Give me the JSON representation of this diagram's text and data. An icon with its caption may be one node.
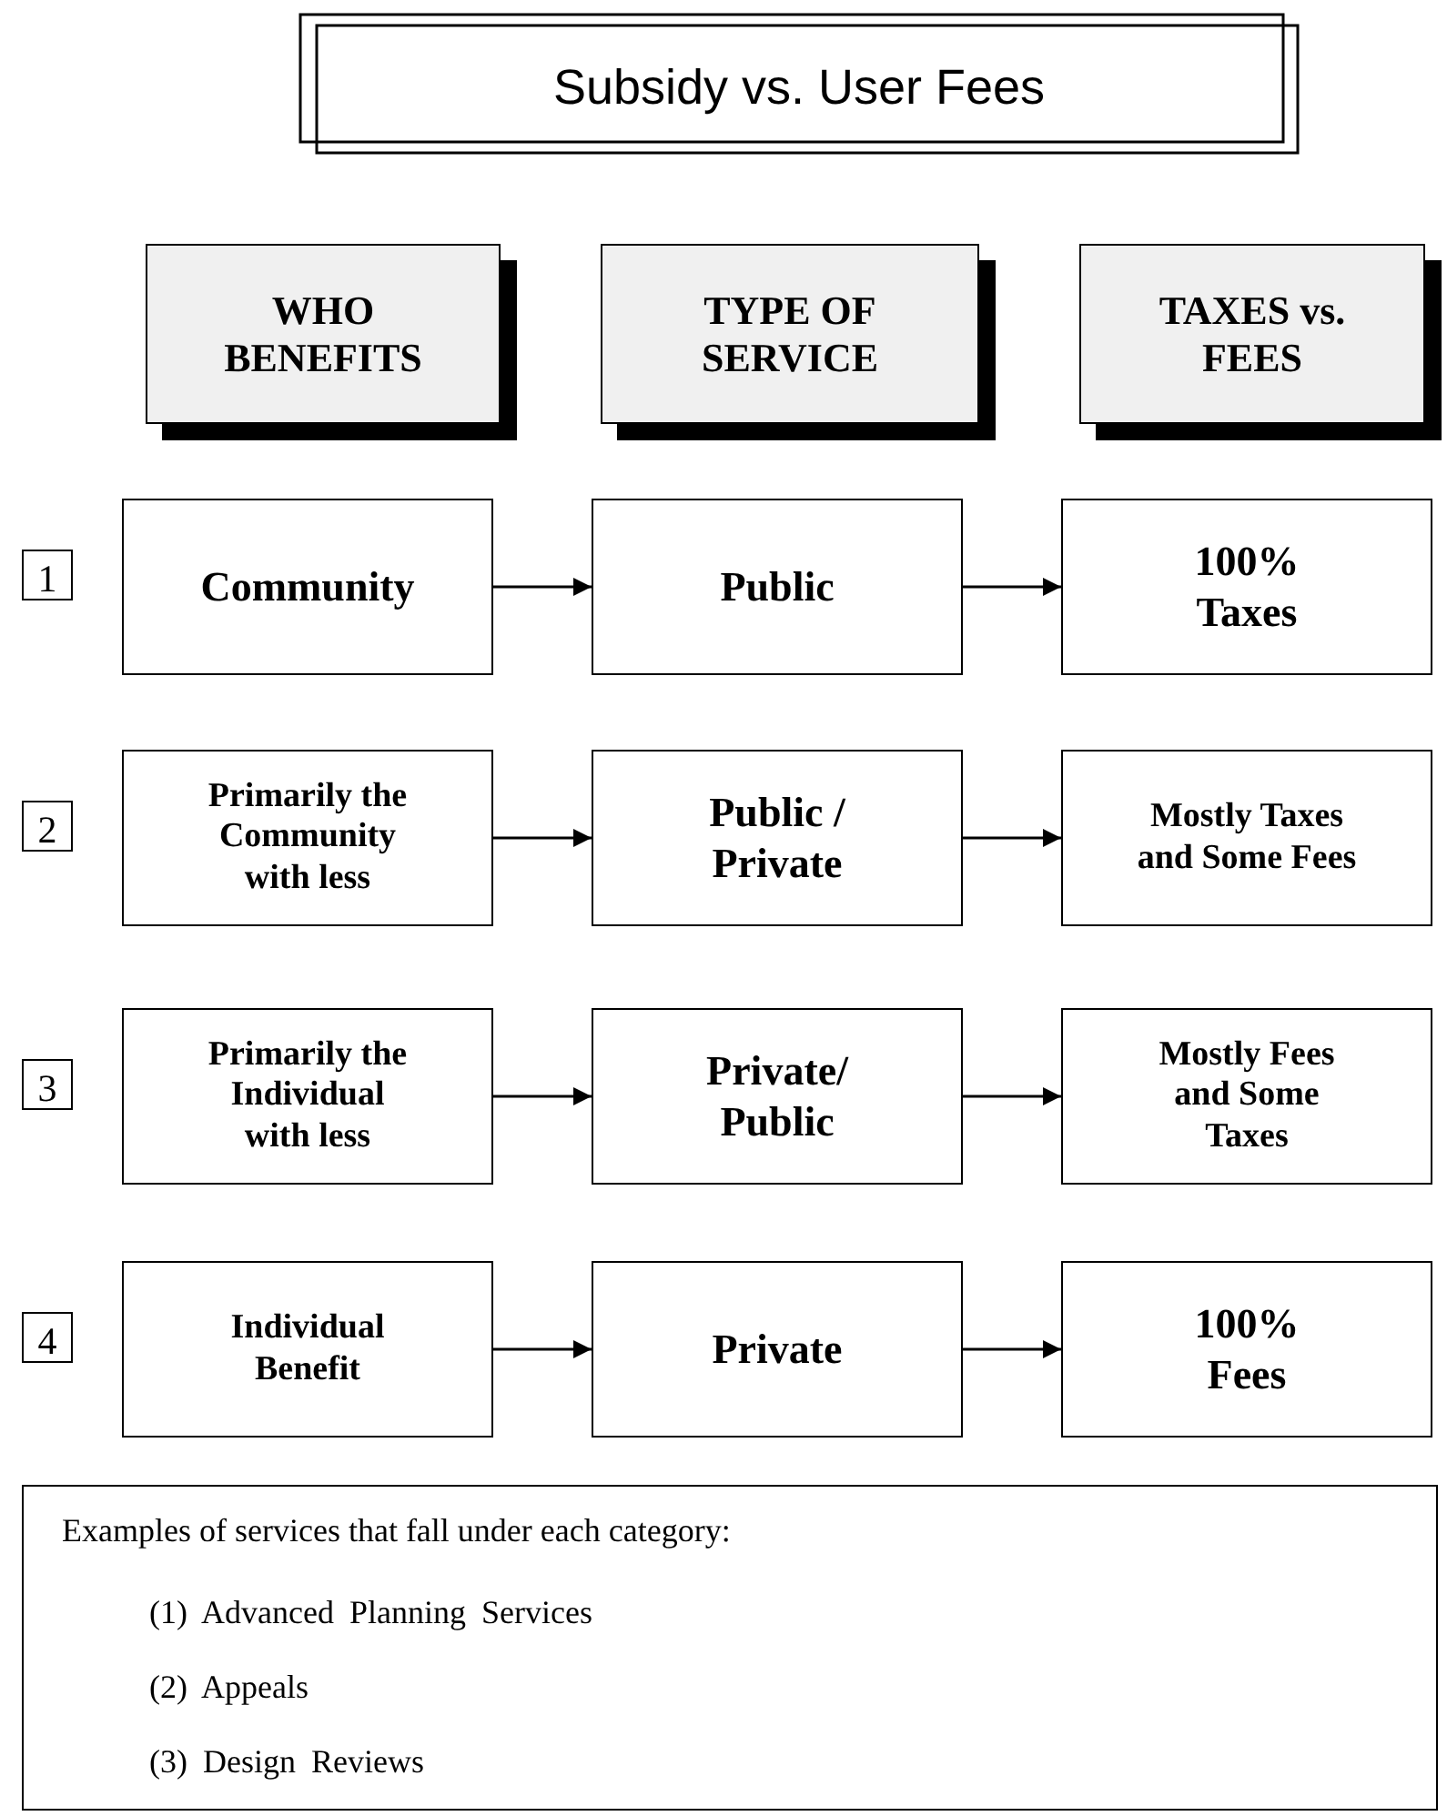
{
  "diagram": {
    "title": "Subsidy vs. User Fees",
    "nodes": [
      {
        "text": [
          "WHO BENEFITS"
        ]
      },
      {
        "text": [
          "TYPE OF SERVICE"
        ]
      },
      {
        "text": [
          "TAXES vs. FEES"
        ]
      },
      {
        "text": [
          "1"
        ]
      },
      {
        "text": [
          "Community"
        ]
      },
      {
        "text": [
          "Public"
        ]
      },
      {
        "text": [
          "100% Taxes"
        ]
      },
      {
        "text": [
          "2"
        ]
      },
      {
        "text": [
          "Primarily the Community with less"
        ]
      },
      {
        "text": [
          "Public / Private"
        ]
      },
      {
        "text": [
          "Mostly Taxes and Some Fees"
        ]
      },
      {
        "text": [
          "3"
        ]
      },
      {
        "text": [
          "Primarily the Individual with less"
        ]
      },
      {
        "text": [
          "Private/ Public"
        ]
      },
      {
        "text": [
          "Mostly Fees and Some Taxes"
        ]
      },
      {
        "text": [
          "4"
        ]
      },
      {
        "text": [
          "Individual Benefit"
        ]
      },
      {
        "text": [
          "Private"
        ]
      },
      {
        "text": [
          "100% Fees"
        ]
      },
      {
        "text": [
          "Examples of services that fall under each category:",
          "(1) Advanced Planning Services",
          "(2) Appeals",
          "(3) Design Reviews"
        ]
      }
    ],
    "edges": [
      {
        "from": 4,
        "to": 5,
        "arrow": "to"
      },
      {
        "from": 5,
        "to": 6,
        "arrow": "to"
      },
      {
        "from": 8,
        "to": 9,
        "arrow": "to"
      },
      {
        "from": 9,
        "to": 10,
        "arrow": "to"
      },
      {
        "from": 12,
        "to": 13,
        "arrow": "to"
      },
      {
        "from": 13,
        "to": 14,
        "arrow": "to"
      },
      {
        "from": 16,
        "to": 17,
        "arrow": "to"
      },
      {
        "from": 17,
        "to": 18,
        "arrow": "to"
      }
    ]
  }
}
